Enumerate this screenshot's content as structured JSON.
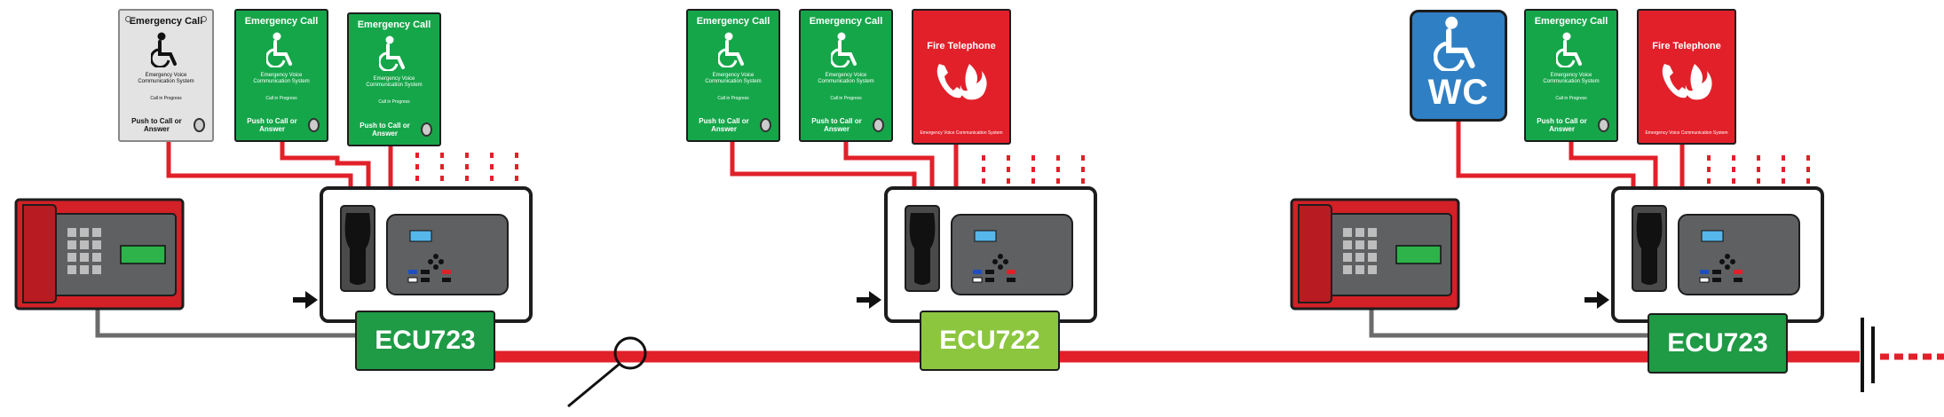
{
  "colors": {
    "cable_red": "#e2202a",
    "cable_grey": "#6b6b6b",
    "panel_green": "#16a64a",
    "panel_red": "#e2202a",
    "panel_grey": "#e3e3e3",
    "wc_blue": "#2f7fc4",
    "ecu_dark_green": "#1f9a45",
    "ecu_light_green": "#8cc63f",
    "control_grey": "#5e6062",
    "phone_red": "#d42027"
  },
  "panels": {
    "grey_ec": {
      "title": "Emergency Call",
      "system": "Emergency Voice Communication System",
      "status": "Call in Progress",
      "push": "Push to Call or Answer",
      "icon": "wheelchair-icon"
    },
    "green_ec": {
      "title": "Emergency Call",
      "system": "Emergency Voice Communication System",
      "status": "Call in Progress",
      "push": "Push to Call or Answer",
      "icon": "wheelchair-icon"
    },
    "fire": {
      "title": "Fire Telephone",
      "system": "Emergency Voice Communication System",
      "icon": "fire-telephone-icon"
    },
    "wc": {
      "label": "WC",
      "icon": "wheelchair-icon"
    }
  },
  "ecus": [
    {
      "label": "ECU723"
    },
    {
      "label": "ECU722"
    },
    {
      "label": "ECU723"
    }
  ],
  "icons": {
    "outstation": "handset-icon",
    "master_phone": "master-handset-icon",
    "keypad": "keypad-icon",
    "arrow": "arrow-right-icon",
    "break_marker": "magnifier-icon",
    "termination": "termination-bar-icon"
  }
}
